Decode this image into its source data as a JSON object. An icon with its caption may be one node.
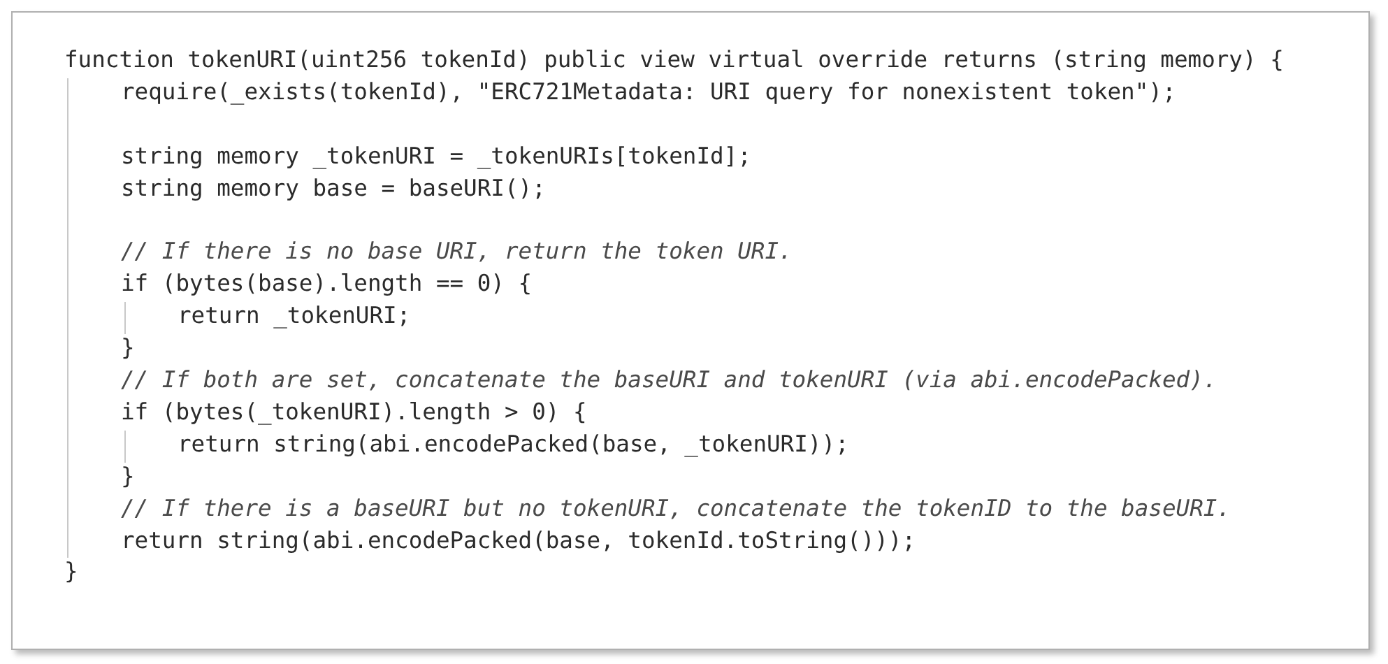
{
  "diagram": {
    "labels": [
      "function tokenURI(uint256 tokenId) public view virtual override returns (string memory) {",
      "require(_exists(tokenId), \"ERC721Metadata: URI query for nonexistent token\");",
      "string memory _tokenURI = _tokenURIs[tokenId];",
      "string memory base = baseURI();",
      "// If there is no base URI, return the token URI.",
      "if (bytes(base).length == 0) {",
      "return _tokenURI;",
      "}",
      "// If both are set, concatenate the baseURI and tokenURI (via abi.encodePacked).",
      "if (bytes(_tokenURI).length > 0) {",
      "return string(abi.encodePacked(base, _tokenURI));",
      "}",
      "// If there is a baseURI but no tokenURI, concatenate the tokenID to the baseURI.",
      "return string(abi.encodePacked(base, tokenId.toString()));",
      "}"
    ]
  }
}
